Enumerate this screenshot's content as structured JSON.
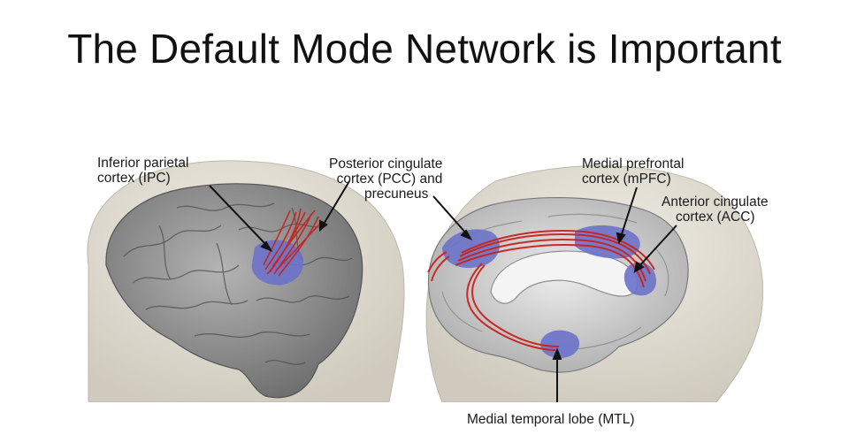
{
  "title": "The Default Mode Network is Important",
  "labels": {
    "ipc_line1": "Inferior parietal",
    "ipc_line2": "cortex (IPC)",
    "pcc_line1": "Posterior cingulate",
    "pcc_line2": "cortex (PCC) and",
    "pcc_line3": "precuneus",
    "mpfc_line1": "Medial prefrontal",
    "mpfc_line2": "cortex (mPFC)",
    "acc_line1": "Anterior cingulate",
    "acc_line2": "cortex (ACC)",
    "mtl": "Medial temporal lobe (MTL)"
  },
  "colors": {
    "background": "#ffffff",
    "head": "#dcd8cc",
    "brain": "#9a9a9a",
    "medial_surface": "#d9d9d9",
    "region_highlight": "#6b72c9",
    "fiber_tracts": "#c8231e",
    "text": "#1a1a1a"
  }
}
